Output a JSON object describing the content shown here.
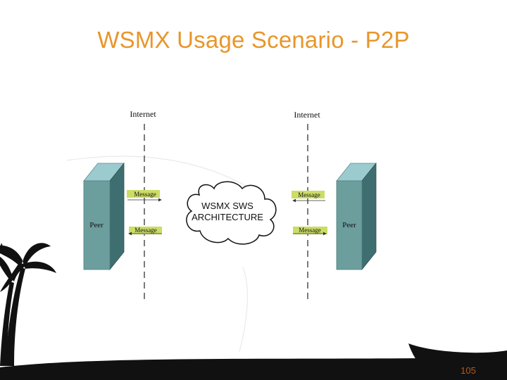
{
  "slide": {
    "title": "WSMX Usage Scenario - P2P",
    "page_number": "105"
  },
  "diagram": {
    "left_internet_label": "Internet",
    "right_internet_label": "Internet",
    "left_peer_label": "Peer",
    "right_peer_label": "Peer",
    "cloud_line1": "WSMX SWS",
    "cloud_line2": "ARCHITECTURE",
    "message_labels": [
      "Message",
      "Message",
      "Message",
      "Message"
    ],
    "colors": {
      "peer_front": "#6d9e9e",
      "peer_side_left": "#3f6e70",
      "peer_top": "#9ccbcf",
      "message_box": "#ccdd66",
      "title": "#e8962a",
      "silhouette": "#111111"
    }
  }
}
